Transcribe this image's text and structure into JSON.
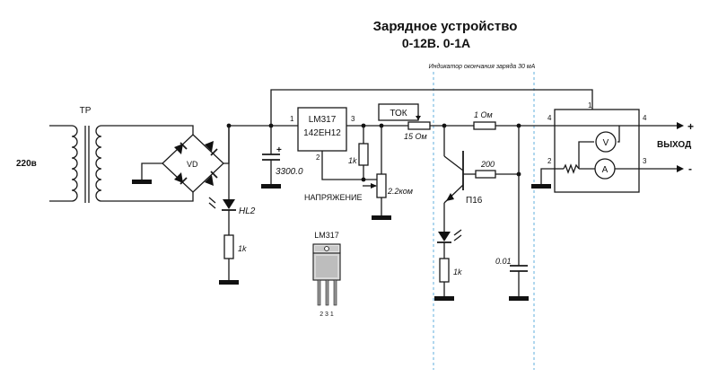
{
  "title": {
    "line1": "Зарядное устройство",
    "line2": "0-12В.   0-1А"
  },
  "note": "Индикатор окончания заряда 30 мА",
  "labels": {
    "input_voltage": "220в",
    "transformer": "ТР",
    "bridge": "VD",
    "led_main": "HL2",
    "r_led_main": "1k",
    "capacitor_main": "3300.0",
    "cap_plus": "+",
    "regulator_line1": "LM317",
    "regulator_line2": "142ЕН12",
    "pin1": "1",
    "pin2": "2",
    "pin3": "3",
    "r_adj": "1k",
    "voltage_control": "НАПРЯЖЕНИЕ",
    "pot_voltage": "2.2ком",
    "current_control": "ТОК",
    "shunt": "15 Ом",
    "r_series": "1 Ом",
    "r_base": "200",
    "transistor": "П16",
    "r_led_ind": "1k",
    "cap_small": "0.01",
    "package_title": "LM317",
    "package_pins": "2 3 1",
    "meter_v": "V",
    "meter_a": "A",
    "out_pin1": "1",
    "out_pin2": "2",
    "out_pin3": "3",
    "out_pin4_left": "4",
    "out_pin4_right": "4",
    "output": "ВЫХОД",
    "out_plus": "+",
    "out_minus": "-"
  }
}
